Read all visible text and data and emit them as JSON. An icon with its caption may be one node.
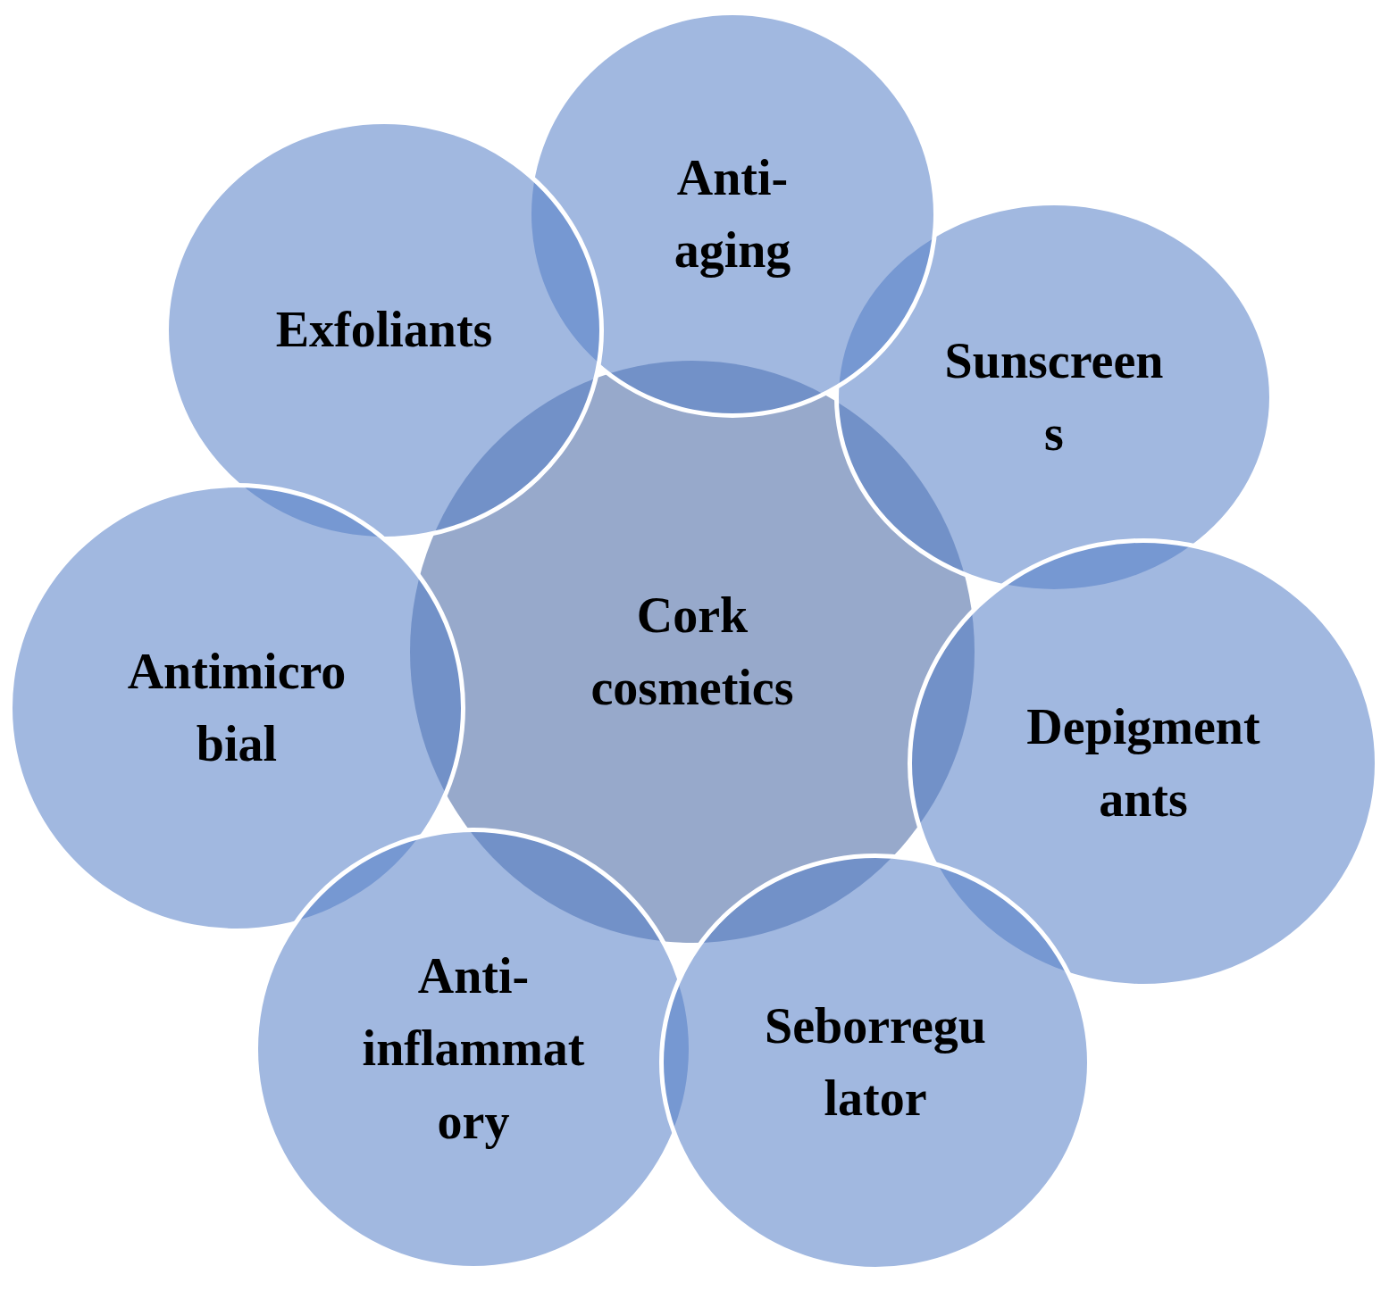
{
  "diagram": {
    "nodes": [
      {
        "text": [
          "Anti- aging"
        ]
      },
      {
        "text": [
          "Exfoliants"
        ]
      },
      {
        "text": [
          "Sunscreen s"
        ]
      },
      {
        "text": [
          "Cork cosmetics"
        ]
      },
      {
        "text": [
          "Antimicro bial"
        ]
      },
      {
        "text": [
          "Depigment ants"
        ]
      },
      {
        "text": [
          "Anti- inflammat ory"
        ]
      },
      {
        "text": [
          "Seborregu lator"
        ]
      }
    ]
  }
}
